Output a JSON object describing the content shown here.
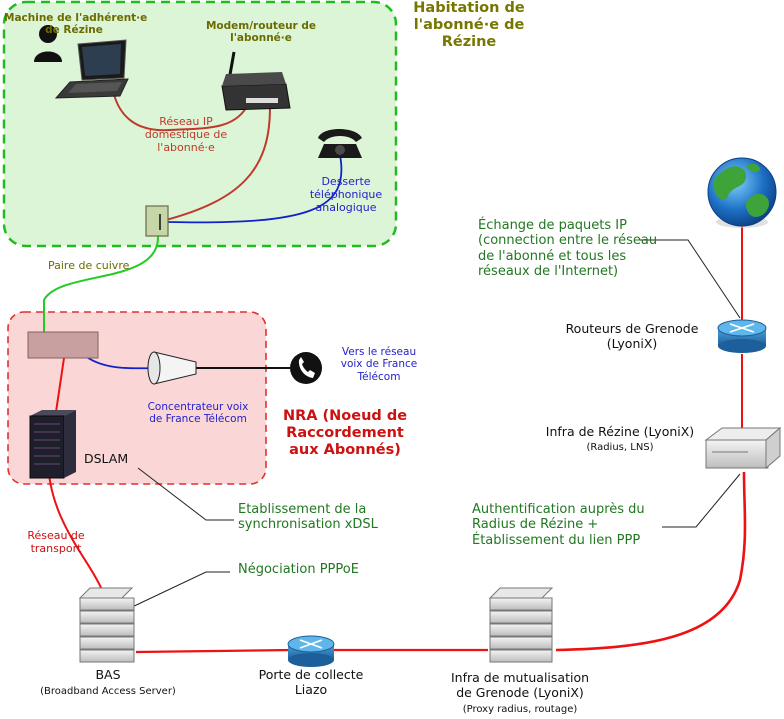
{
  "zones": {
    "home": {
      "title": "Habitation de\nl'abonné·e de\nRézine",
      "fill": "#dcf5d6",
      "border": "#22bb22"
    },
    "nra": {
      "title": "NRA (Noeud de\nRaccordement\naux Abonnés)",
      "fill": "#fbd6d6",
      "border": "#e03030"
    }
  },
  "devices": {
    "member_machine": "Machine de l'adhérent·e\nde Rézine",
    "modem": "Modem/routeur de\nl'abonné·e",
    "dslam": "DSLAM",
    "bas": "BAS",
    "bas_sub": "(Broadband Access Server)",
    "collect_point": "Porte de collecte\nLiazo",
    "mutual_infra": "Infra de mutualisation\nde Grenode (LyoniX)",
    "mutual_infra_sub": "(Proxy radius, routage)",
    "rezine_infra": "Infra de Rézine (LyoniX)",
    "rezine_infra_sub": "(Radius, LNS)",
    "grenode_routers": "Routeurs de Grenode\n(LyoniX)"
  },
  "links": {
    "home_ip_network": "Réseau IP\ndomestique de\nl'abonné·e",
    "phone_line": "Desserte\ntéléphonique\nanalogique",
    "copper_pair": "Paire de cuivre",
    "voice_concentrator": "Concentrateur voix\nde France Télécom",
    "to_ft_voice": "Vers le réseau\nvoix de France\nTélécom",
    "transport_network": "Réseau de\ntransport"
  },
  "annotations": {
    "ip_exchange": "Échange de paquets IP\n(connection entre le réseau\nde l'abonné et tous les\nréseaux de l'Internet)",
    "auth": "Authentification auprès du\nRadius de Rézine +\nÉtablissement du lien PPP",
    "xdsl_sync": "Etablissement de la\nsynchronisation xDSL",
    "pppoe": "Négociation PPPoE"
  },
  "colors": {
    "ip_link": "#ee1111",
    "home_ip_link": "#c0392b",
    "phone_link": "#1122cc",
    "copper_link": "#22cc22",
    "annotation_text": "#227722"
  }
}
